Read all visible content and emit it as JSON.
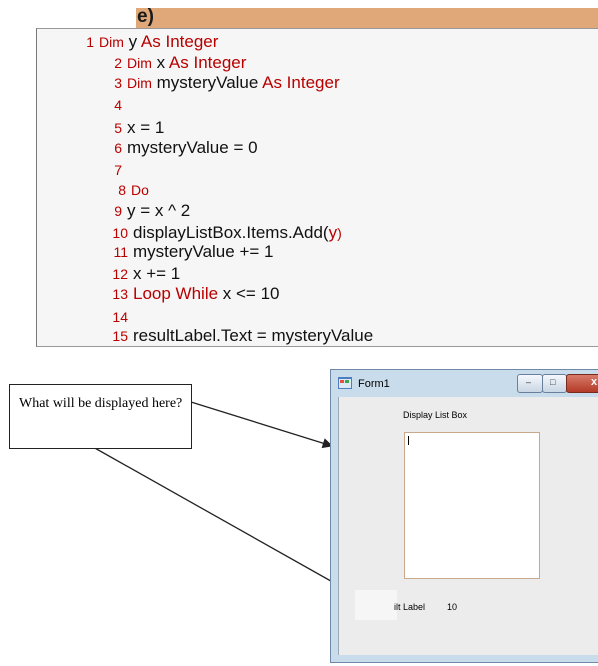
{
  "section_label": "e)",
  "code_lines": [
    {
      "n": "1",
      "parts": [
        {
          "t": "Dim",
          "k": "kw-sm"
        },
        {
          "t": " y ",
          "k": "plain"
        },
        {
          "t": "As Integer",
          "k": "kw"
        }
      ]
    },
    {
      "n": "2",
      "parts": [
        {
          "t": "Dim",
          "k": "kw-sm"
        },
        {
          "t": " x ",
          "k": "plain"
        },
        {
          "t": "As Integer",
          "k": "kw"
        }
      ]
    },
    {
      "n": "3",
      "parts": [
        {
          "t": "Dim",
          "k": "kw-sm"
        },
        {
          "t": " mysteryValue ",
          "k": "plain"
        },
        {
          "t": "As Integer",
          "k": "kw"
        }
      ]
    },
    {
      "n": "4",
      "parts": []
    },
    {
      "n": "5",
      "parts": [
        {
          "t": "x = 1",
          "k": "plain"
        }
      ]
    },
    {
      "n": "6",
      "parts": [
        {
          "t": "mysteryValue = 0",
          "k": "plain"
        }
      ]
    },
    {
      "n": "7",
      "parts": []
    },
    {
      "n": "8",
      "parts": [
        {
          "t": "Do",
          "k": "kw-sm"
        }
      ]
    },
    {
      "n": "9",
      "parts": [
        {
          "t": "y = x ^ 2",
          "k": "plain"
        }
      ]
    },
    {
      "n": "10",
      "parts": [
        {
          "t": "displayListBox.Items.Add(",
          "k": "plain"
        },
        {
          "t": "y",
          "k": "kw"
        },
        {
          "t": ")",
          "k": "kw-sm"
        }
      ]
    },
    {
      "n": "11",
      "parts": [
        {
          "t": "mysteryValue += 1",
          "k": "plain"
        }
      ]
    },
    {
      "n": "12",
      "parts": [
        {
          "t": "x += 1",
          "k": "plain"
        }
      ]
    },
    {
      "n": "13",
      "parts": [
        {
          "t": "Loop While",
          "k": "kw"
        },
        {
          "t": " x <= 10",
          "k": "plain"
        }
      ]
    },
    {
      "n": "14",
      "parts": []
    },
    {
      "n": "15",
      "parts": [
        {
          "t": "resultLabel.Text = mysteryValue",
          "k": "plain"
        }
      ]
    }
  ],
  "callout": {
    "text": "What will be displayed here?"
  },
  "form": {
    "title": "Form1",
    "controls": {
      "minimize": "–",
      "maximize": "□",
      "close": "x"
    },
    "listbox_label": "Display List Box",
    "result_caption": "ilt Label",
    "result_value": "10"
  },
  "colors": {
    "keyword": "#b80000",
    "header_bar": "#e0a878",
    "code_bg": "#f6f6f6"
  },
  "icons": [
    "form-app-icon",
    "minimize-icon",
    "maximize-icon",
    "close-icon"
  ]
}
